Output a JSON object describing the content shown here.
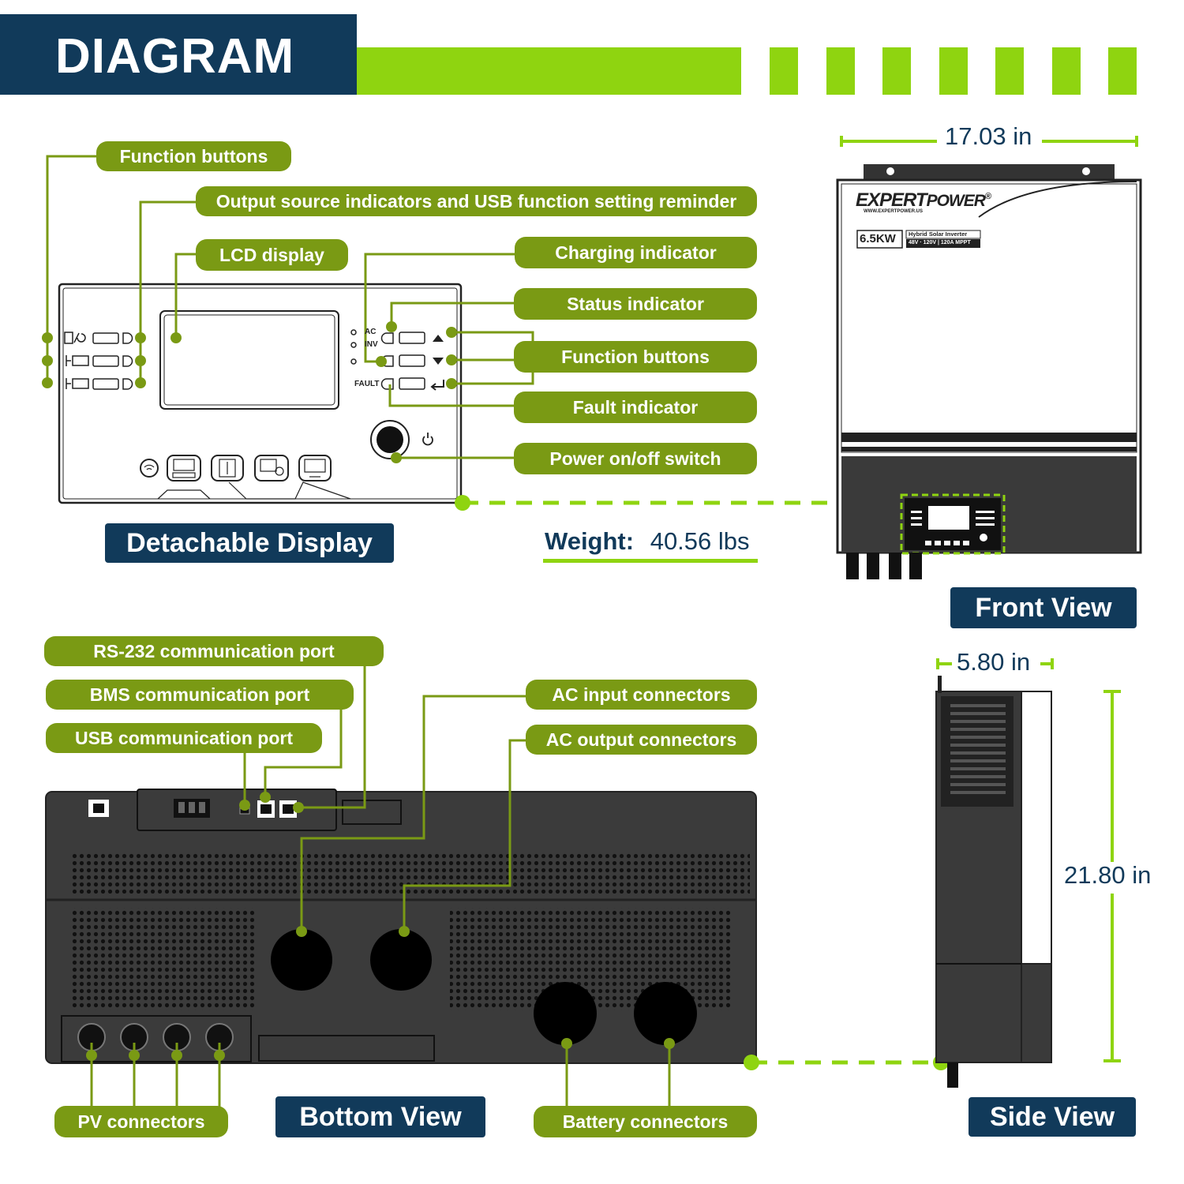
{
  "header": {
    "title": "DIAGRAM"
  },
  "labels": {
    "function_buttons_left": "Function buttons",
    "output_source": "Output source indicators and USB function setting reminder",
    "lcd_display": "LCD display",
    "charging_indicator": "Charging indicator",
    "status_indicator": "Status indicator",
    "function_buttons_right": "Function buttons",
    "fault_indicator": "Fault indicator",
    "power_switch": "Power on/off switch",
    "rs232": "RS-232 communication port",
    "bms": "BMS communication port",
    "usb": "USB communication port",
    "ac_input": "AC input connectors",
    "ac_output": "AC output connectors",
    "pv": "PV connectors",
    "battery": "Battery connectors"
  },
  "panel_text": {
    "ac": "AC",
    "inv": "INV",
    "fault": "FAULT"
  },
  "views": {
    "detachable": "Detachable Display",
    "front": "Front View",
    "bottom": "Bottom View",
    "side": "Side View"
  },
  "weight": {
    "label": "Weight:",
    "value": "40.56 lbs"
  },
  "dimensions": {
    "width": "17.03 in",
    "depth": "5.80 in",
    "height": "21.80 in"
  },
  "product": {
    "brand_a": "EXPERT",
    "brand_b": "POWER",
    "registered": "®",
    "website": "WWW.EXPERTPOWER.US",
    "rating": "6.5KW",
    "type": "Hybrid Solar Inverter",
    "spec": "48V · 120V | 120A MPPT"
  },
  "colors": {
    "navy": "#113a5a",
    "olive": "#7a9a14",
    "lime": "#8fd410",
    "unit_dark": "#3a3a3a"
  }
}
